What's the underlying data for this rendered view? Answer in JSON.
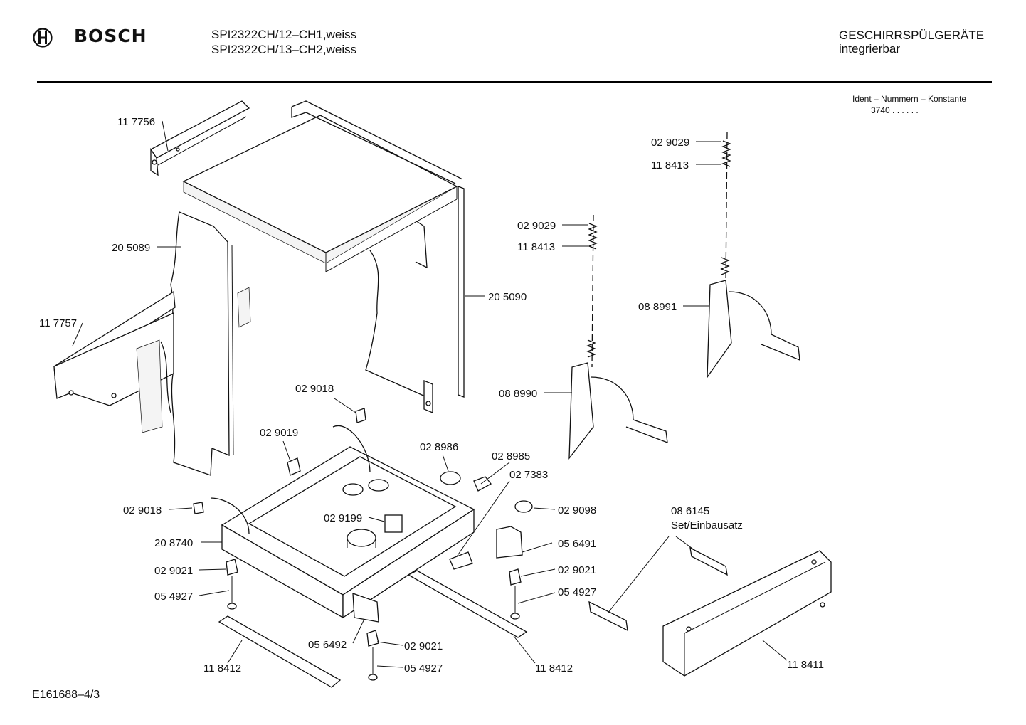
{
  "header": {
    "brand": "BOSCH",
    "models": [
      "SPI2322CH/12–CH1,weiss",
      "SPI2322CH/13–CH2,weiss"
    ],
    "category": "GESCHIRRSPÜLGERÄTE",
    "subcategory": "integrierbar"
  },
  "ident": {
    "label": "Ident – Nummern – Konstante",
    "value": "3740 .  .    .  .  .  ."
  },
  "parts": [
    {
      "id": "p1",
      "number": "11 7756"
    },
    {
      "id": "p2",
      "number": "20 5089"
    },
    {
      "id": "p3",
      "number": "11 7757"
    },
    {
      "id": "p4",
      "number": "20 5090"
    },
    {
      "id": "p5",
      "number": "02 9029"
    },
    {
      "id": "p6",
      "number": "11 8413"
    },
    {
      "id": "p7",
      "number": "02 9029"
    },
    {
      "id": "p8",
      "number": "11 8413"
    },
    {
      "id": "p9",
      "number": "08 8991"
    },
    {
      "id": "p10",
      "number": "08 8990"
    },
    {
      "id": "p11",
      "number": "02 9018"
    },
    {
      "id": "p12",
      "number": "02 9019"
    },
    {
      "id": "p13",
      "number": "02 8986"
    },
    {
      "id": "p14",
      "number": "02 8985"
    },
    {
      "id": "p15",
      "number": "02 7383"
    },
    {
      "id": "p16",
      "number": "02 9018"
    },
    {
      "id": "p17",
      "number": "02 9199"
    },
    {
      "id": "p18",
      "number": "02 9098"
    },
    {
      "id": "p19",
      "number": "20 8740"
    },
    {
      "id": "p20",
      "number": "08 6145"
    },
    {
      "id": "p21",
      "number": "Set/Einbausatz"
    },
    {
      "id": "p22",
      "number": "05 6491"
    },
    {
      "id": "p23",
      "number": "02 9021"
    },
    {
      "id": "p24",
      "number": "05 4927"
    },
    {
      "id": "p25",
      "number": "02 9021"
    },
    {
      "id": "p26",
      "number": "05 4927"
    },
    {
      "id": "p27",
      "number": "05 6492"
    },
    {
      "id": "p28",
      "number": "02 9021"
    },
    {
      "id": "p29",
      "number": "05 4927"
    },
    {
      "id": "p30",
      "number": "11 8412"
    },
    {
      "id": "p31",
      "number": "11 8412"
    },
    {
      "id": "p32",
      "number": "11 8411"
    }
  ],
  "footer": {
    "drawing_number": "E161688–4/3"
  }
}
